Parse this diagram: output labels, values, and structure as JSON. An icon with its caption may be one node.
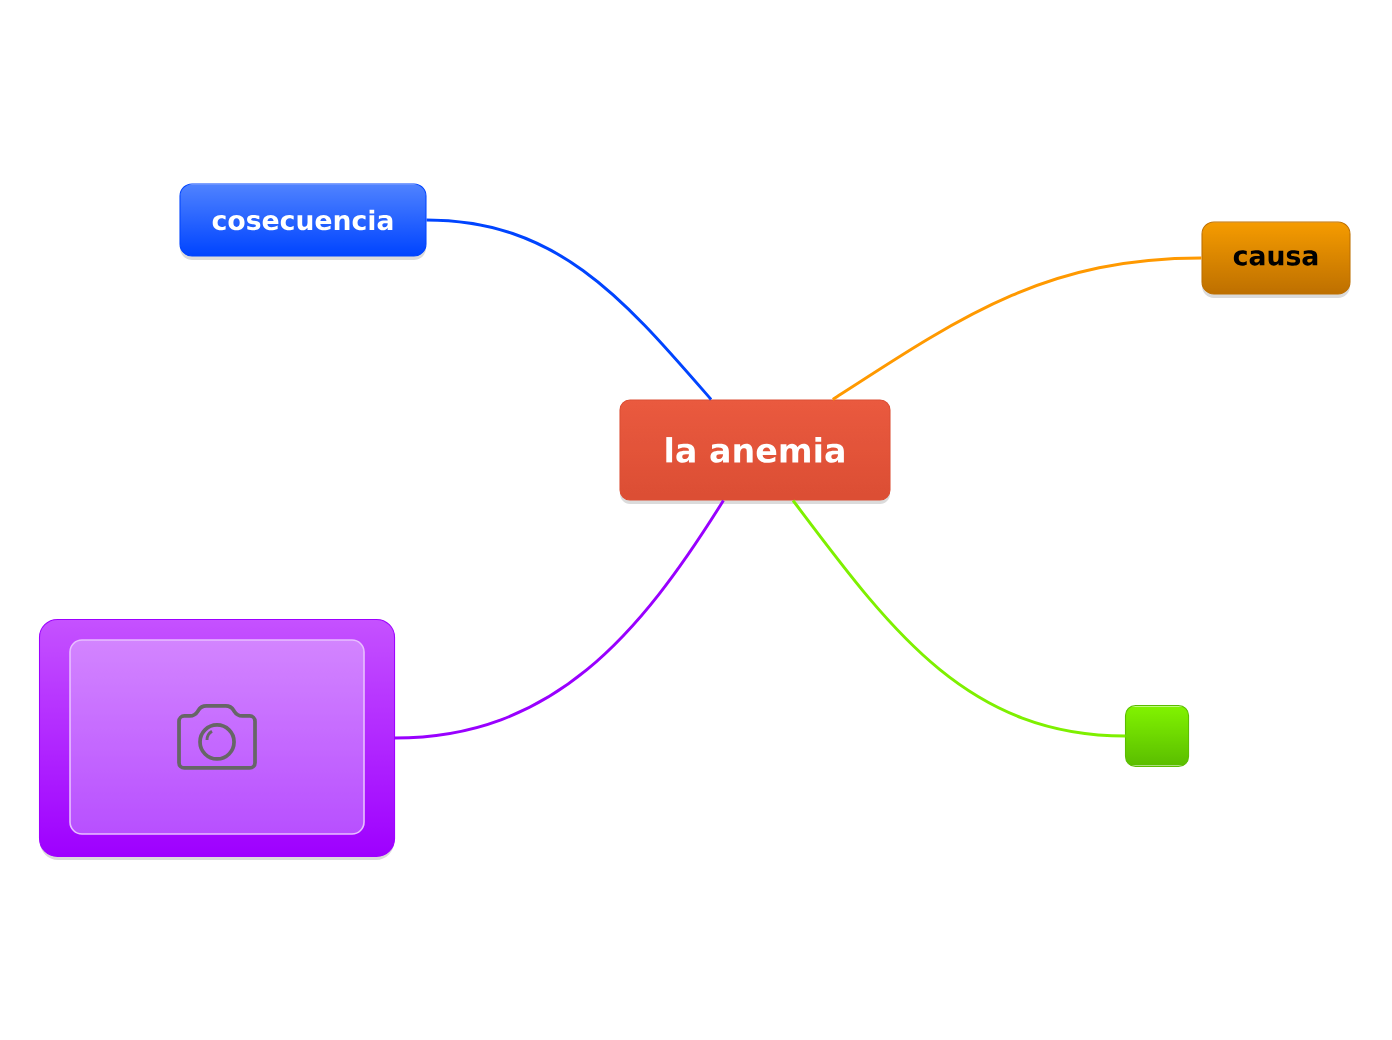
{
  "diagram": {
    "nodes": [
      {
        "text": [
          "la anemia"
        ]
      },
      {
        "text": [
          "cosecuencia"
        ]
      },
      {
        "text": [
          "causa"
        ]
      },
      {
        "text": [],
        "shape": "picture"
      },
      {
        "text": [],
        "shape": "box"
      }
    ],
    "edges": [
      {
        "from": 0,
        "to": 1,
        "arrow": "none",
        "color": "#0044ff"
      },
      {
        "from": 0,
        "to": 2,
        "arrow": "none",
        "color": "#ff9900"
      },
      {
        "from": 0,
        "to": 3,
        "arrow": "none",
        "color": "#9900ff"
      },
      {
        "from": 0,
        "to": 4,
        "arrow": "none",
        "color": "#7ef000"
      }
    ]
  }
}
